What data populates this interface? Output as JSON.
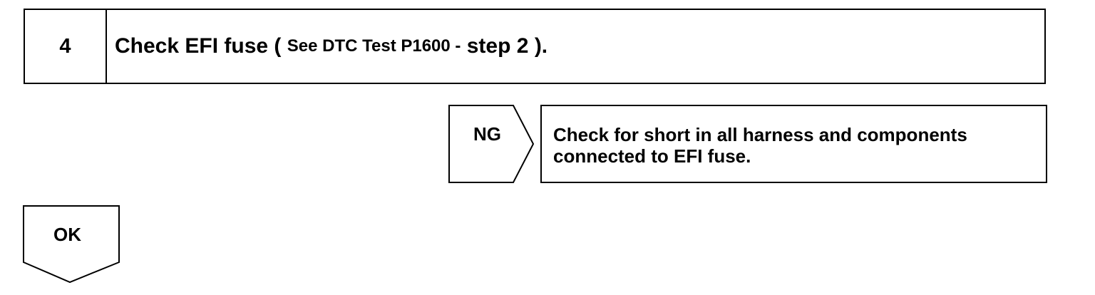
{
  "step": {
    "number": "4",
    "title": "Check EFI fuse (",
    "reference": "See DTC Test P1600 -",
    "reference_step": "step 2",
    "closing": ")."
  },
  "ng_branch": {
    "label": "NG",
    "action_lines": [
      "Check for short in all harness and components",
      "connected to EFI fuse."
    ]
  },
  "ok_branch": {
    "label": "OK"
  }
}
